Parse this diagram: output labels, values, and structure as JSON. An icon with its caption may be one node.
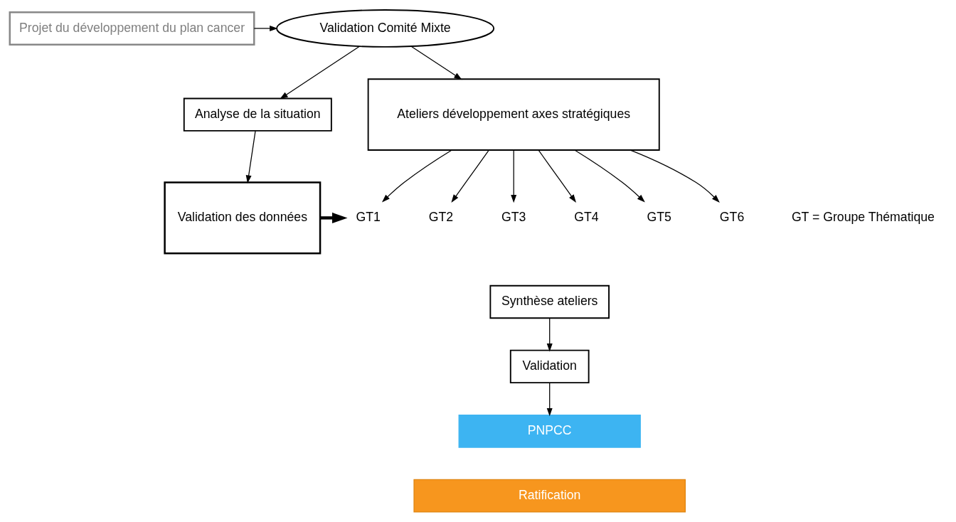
{
  "diagram": {
    "nodes": [
      {
        "text": [
          "Projet du développement du plan cancer"
        ]
      },
      {
        "text": [
          "Validation Comité Mixte"
        ]
      },
      {
        "text": [
          "Analyse de la situation"
        ]
      },
      {
        "text": [
          "Ateliers développement axes stratégiques"
        ]
      },
      {
        "text": [
          "Validation des données"
        ]
      },
      {
        "text": [
          "GT1"
        ]
      },
      {
        "text": [
          "GT2"
        ]
      },
      {
        "text": [
          "GT3"
        ]
      },
      {
        "text": [
          "GT4"
        ]
      },
      {
        "text": [
          "GT5"
        ]
      },
      {
        "text": [
          "GT6"
        ]
      },
      {
        "text": [
          "Synthèse ateliers"
        ]
      },
      {
        "text": [
          "Validation"
        ]
      },
      {
        "text": [
          "PNPCC"
        ]
      },
      {
        "text": [
          "Ratification"
        ]
      }
    ],
    "edges": [
      {
        "from": 0,
        "to": 1,
        "arrow": "to"
      },
      {
        "from": 1,
        "to": 2,
        "arrow": "to"
      },
      {
        "from": 1,
        "to": 3,
        "arrow": "to"
      },
      {
        "from": 2,
        "to": 4,
        "arrow": "to"
      },
      {
        "from": 3,
        "to": 5,
        "arrow": "to"
      },
      {
        "from": 3,
        "to": 6,
        "arrow": "to"
      },
      {
        "from": 3,
        "to": 7,
        "arrow": "to"
      },
      {
        "from": 3,
        "to": 8,
        "arrow": "to"
      },
      {
        "from": 3,
        "to": 9,
        "arrow": "to"
      },
      {
        "from": 3,
        "to": 10,
        "arrow": "to"
      },
      {
        "from": 4,
        "to": 5,
        "arrow": "to",
        "style": "thick"
      },
      {
        "from": 11,
        "to": 12,
        "arrow": "to"
      },
      {
        "from": 12,
        "to": 13,
        "arrow": "to"
      }
    ],
    "labels": [
      "GT = Groupe Thématique"
    ]
  }
}
